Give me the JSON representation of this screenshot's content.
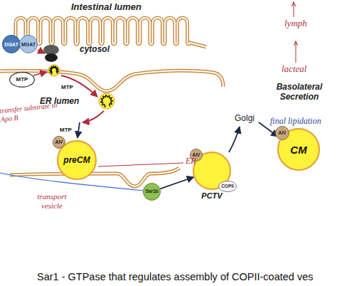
{
  "diagram": {
    "nodes": [
      {
        "text": [
          "DGAT"
        ]
      },
      {
        "text": [
          "MGAT"
        ]
      },
      {
        "text": [
          "MTP"
        ]
      },
      {
        "text": [
          "preCM"
        ]
      },
      {
        "text": [
          "AIV"
        ],
        "in": 3
      },
      {
        "text": [
          "Sar1b"
        ]
      },
      {
        "text": [
          "PCTV"
        ]
      },
      {
        "text": [
          "AIV"
        ],
        "in": 6
      },
      {
        "text": [
          "COPII"
        ],
        "in": 6
      },
      {
        "text": [
          "CM"
        ]
      },
      {
        "text": [
          "AIV"
        ],
        "in": 9
      }
    ],
    "edges": [
      {
        "from": 5,
        "to": 6,
        "arrow": "to"
      }
    ],
    "labels": [
      "Intestinal lumen",
      "lymph",
      "cytosol",
      "lacteal",
      "MTP",
      "Basolateral Secretion",
      "ER lumen",
      "transfer substrate to Apo B",
      "Golgi",
      "final lipidation",
      "MTP",
      "ER",
      "transport vesicle",
      "Sar1 - GTPase that regulates assembly of COPII-coated ves"
    ]
  }
}
